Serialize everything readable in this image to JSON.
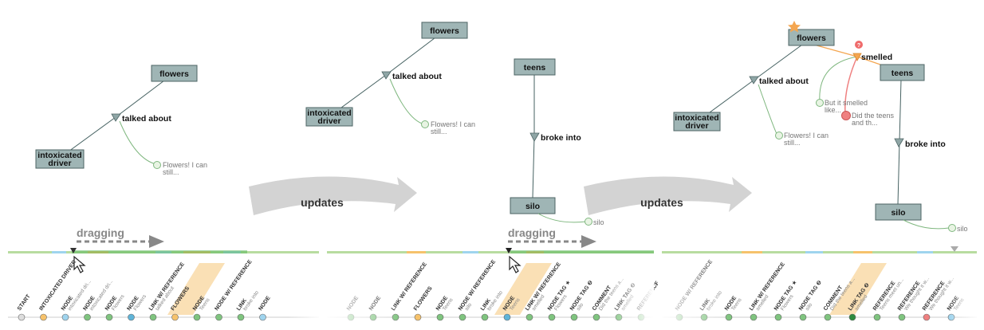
{
  "colors": {
    "node_fill": "#9fb5b5",
    "node_stroke": "#4d6464",
    "comment_green": "#7fb77f",
    "highlight_red": "#ef8080",
    "star": "#f4a651",
    "timeline_green": "#b8dca0",
    "timeline_orange": "#f6c26b",
    "timeline_blue": "#9fd4ee",
    "arrow_gray": "#d3d3d3"
  },
  "panel1": {
    "node_flowers": "flowers",
    "node_driver_1": "intoxicated",
    "node_driver_2": "driver",
    "link": "talked about",
    "comment_1": "Flowers! I can",
    "comment_2": "still..."
  },
  "panel2": {
    "node_flowers": "flowers",
    "node_driver_1": "intoxicated",
    "node_driver_2": "driver",
    "link": "talked about",
    "comment_1": "Flowers! I can",
    "comment_2": "still...",
    "node_teens": "teens",
    "link_broke": "broke into",
    "node_silo": "silo",
    "comment_silo": "silo"
  },
  "panel3": {
    "node_flowers": "flowers",
    "node_driver_1": "intoxicated",
    "node_driver_2": "driver",
    "link": "talked about",
    "comment_1": "Flowers! I can",
    "comment_2": "still...",
    "link_smelled": "smelled",
    "node_teens": "teens",
    "link_broke": "broke into",
    "node_silo": "silo",
    "comment_silo": "silo",
    "comment_smelled_1": "But it smelled",
    "comment_smelled_2": "like...",
    "comment_did_1": "Did the teens",
    "comment_did_2": "and th..."
  },
  "arrows": {
    "updates_1": "updates",
    "updates_2": "updates"
  },
  "dragging": {
    "label_1": "dragging",
    "label_2": "dragging"
  },
  "timeline1": {
    "events": [
      {
        "label": "START",
        "sub": "",
        "color": "#dddddd"
      },
      {
        "label": "INTOXICATED DRIVER",
        "sub": "",
        "color": "#f6c26b"
      },
      {
        "label": "NODE",
        "sub": "intoxicated dri...",
        "color": "#9fd4ee"
      },
      {
        "label": "NODE",
        "sub": "intoxicated dri...",
        "color": "#7fc47f"
      },
      {
        "label": "NODE",
        "sub": "Flowers",
        "color": "#7fc47f"
      },
      {
        "label": "NODE",
        "sub": "Flowers",
        "color": "#5fb4d8"
      },
      {
        "label": "LINK W/ REFERENCE",
        "sub": "talked about",
        "color": "#7fc47f"
      },
      {
        "label": "FLOWERS",
        "sub": "",
        "color": "#f6c26b"
      },
      {
        "label": "NODE",
        "sub": "Teens",
        "color": "#7fc47f"
      },
      {
        "label": "NODE W/ REFERENCE",
        "sub": "",
        "color": "#7fc47f"
      },
      {
        "label": "LINK",
        "sub": "broke into",
        "color": "#7fc47f"
      },
      {
        "label": "NODE",
        "sub": "",
        "color": "#9fd4ee"
      }
    ]
  },
  "timeline2": {
    "events": [
      {
        "label": "NODE",
        "sub": "",
        "color": "#7fc47f"
      },
      {
        "label": "NODE",
        "sub": "",
        "color": "#7fc47f"
      },
      {
        "label": "LINK W/ REFERENCE",
        "sub": "",
        "color": "#7fc47f"
      },
      {
        "label": "FLOWERS",
        "sub": "",
        "color": "#f6c26b"
      },
      {
        "label": "NODE",
        "sub": "Teens",
        "color": "#7fc47f"
      },
      {
        "label": "NODE W/ REFERENCE",
        "sub": "silo",
        "color": "#7fc47f"
      },
      {
        "label": "LINK",
        "sub": "broke into",
        "color": "#7fc47f"
      },
      {
        "label": "NODE",
        "sub": "Teens",
        "color": "#5fb4d8"
      },
      {
        "label": "LINK W/ REFERENCE",
        "sub": "smelled",
        "color": "#7fc47f"
      },
      {
        "label": "NODE TAG ★",
        "sub": "Flowers",
        "color": "#7fc47f"
      },
      {
        "label": "NODE TAG ❷",
        "sub": "silo",
        "color": "#7fc47f"
      },
      {
        "label": "COMMENT",
        "sub": "Did the teens a...",
        "color": "#7fc47f"
      },
      {
        "label": "LINK TAG ❷",
        "sub": "smelled",
        "color": "#7fc47f"
      },
      {
        "label": "REFERENCE",
        "sub": "",
        "color": "#7fc47f"
      }
    ]
  },
  "timeline3": {
    "events": [
      {
        "label": "NODE W/ REFERENCE",
        "sub": "",
        "color": "#7fc47f"
      },
      {
        "label": "LINK",
        "sub": "broke into",
        "color": "#7fc47f"
      },
      {
        "label": "NODE",
        "sub": "Teens",
        "color": "#7fc47f"
      },
      {
        "label": "LINK W/ REFERENCE",
        "sub": "smelled",
        "color": "#7fc47f"
      },
      {
        "label": "NODE TAG ★",
        "sub": "Flowers",
        "color": "#7fc47f"
      },
      {
        "label": "NODE TAG ❷",
        "sub": "silo",
        "color": "#7fc47f"
      },
      {
        "label": "COMMENT",
        "sub": "Did the teens a...",
        "color": "#7fc47f"
      },
      {
        "label": "LINK TAG ❷",
        "sub": "smelled",
        "color": "#2e8b3f"
      },
      {
        "label": "REFERENCE",
        "sub": "Teens meet un...",
        "color": "#7fc47f"
      },
      {
        "label": "REFERENCE",
        "sub": "We thought it w...",
        "color": "#7fc47f"
      },
      {
        "label": "REFERENCE",
        "sub": "We thought it w...",
        "color": "#ef8080"
      },
      {
        "label": "NODE",
        "sub": "Teens",
        "color": "#9fd4ee"
      }
    ]
  }
}
